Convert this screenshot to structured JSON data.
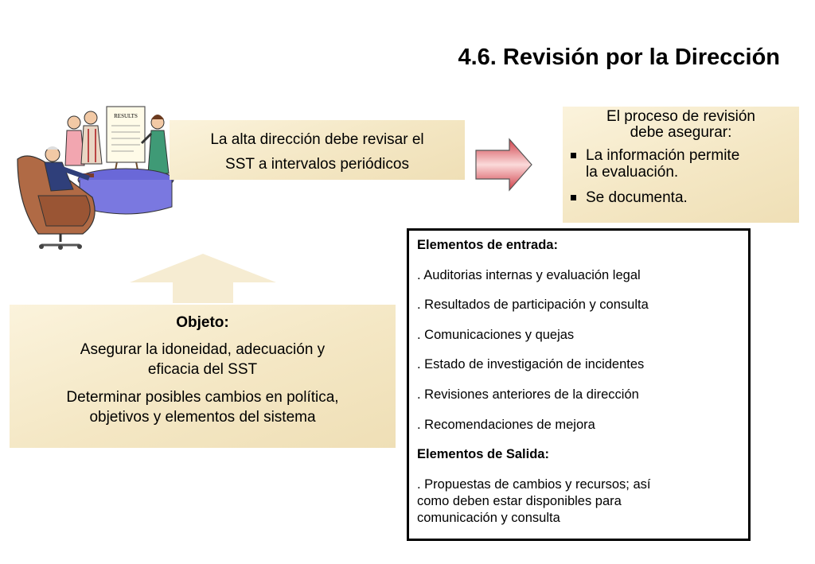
{
  "slide": {
    "title": "4.6. Revisión por la Dirección",
    "top_banner": {
      "lines": [
        "La alta dirección debe revisar el",
        "SST a intervalos periódicos"
      ]
    },
    "right_box": {
      "heading_lines": [
        "El proceso de revisión",
        "debe asegurar:"
      ],
      "bullets": [
        [
          "La información permite",
          "la evaluación."
        ],
        [
          "Se documenta."
        ]
      ]
    },
    "objeto_box": {
      "label": "Objeto:",
      "paragraphs": [
        [
          "Asegurar la idoneidad, adecuación y",
          "eficacia del SST"
        ],
        [
          "Determinar posibles cambios en política,",
          "objetivos y elementos del sistema"
        ]
      ]
    },
    "elements_box": {
      "input_heading": "Elementos de entrada:",
      "inputs": [
        ". Auditorias internas y evaluación legal",
        ". Resultados de participación y consulta",
        ". Comunicaciones y quejas",
        ". Estado de investigación de incidentes",
        ". Revisiones anteriores de la dirección",
        ". Recomendaciones de mejora"
      ],
      "output_heading": "Elementos de Salida:",
      "output_lines": [
        ". Propuestas de cambios y recursos; así",
        "como deben estar disponibles para",
        "comunicación y consulta"
      ]
    },
    "clipart_chart_label": "RESULTS",
    "colors": {
      "parchment": "#f4e7c4",
      "arrow_red": "#d0404a",
      "arrow_light": "#fbdada",
      "up_arrow": "#f6ecd2",
      "chair": "#b06a45",
      "table": "#6a68d8"
    }
  }
}
